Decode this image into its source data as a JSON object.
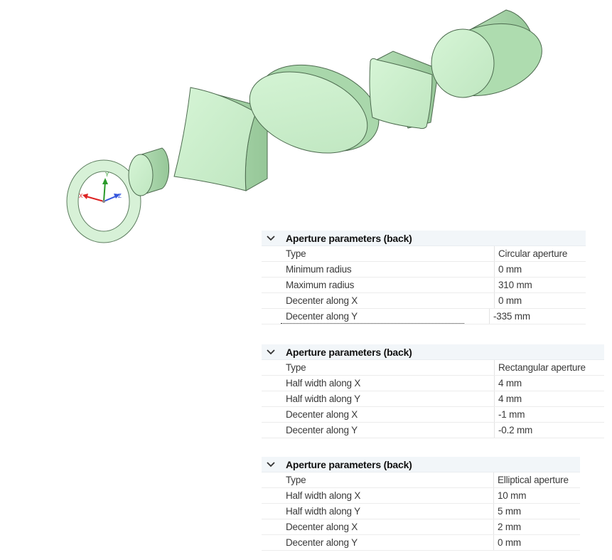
{
  "panels": [
    {
      "title": "Aperture parameters (back)",
      "rows": [
        {
          "label": "Type",
          "value": "Circular aperture"
        },
        {
          "label": "Minimum radius",
          "value": "0 mm"
        },
        {
          "label": "Maximum radius",
          "value": "310 mm"
        },
        {
          "label": "Decenter along X",
          "value": "0 mm"
        },
        {
          "label": "Decenter along Y",
          "value": "-335 mm"
        }
      ]
    },
    {
      "title": "Aperture parameters (back)",
      "rows": [
        {
          "label": "Type",
          "value": "Rectangular aperture"
        },
        {
          "label": "Half width along X",
          "value": "4 mm"
        },
        {
          "label": "Half width along Y",
          "value": "4 mm"
        },
        {
          "label": "Decenter along X",
          "value": "-1 mm"
        },
        {
          "label": "Decenter along Y",
          "value": "-0.2 mm"
        }
      ]
    },
    {
      "title": "Aperture parameters (back)",
      "rows": [
        {
          "label": "Type",
          "value": "Elliptical aperture"
        },
        {
          "label": "Half width along X",
          "value": "10 mm"
        },
        {
          "label": "Half width along Y",
          "value": "5 mm"
        },
        {
          "label": "Decenter along X",
          "value": "2 mm"
        },
        {
          "label": "Decenter along Y",
          "value": "0 mm"
        }
      ]
    }
  ],
  "viewport": {
    "triad": {
      "y_label": "Y",
      "z_label": "Z",
      "x_label": "X"
    },
    "colors": {
      "solid_fill": "#c8ecc9",
      "solid_shade": "#a9d8aa",
      "solid_edge": "#4d6b4f"
    }
  }
}
